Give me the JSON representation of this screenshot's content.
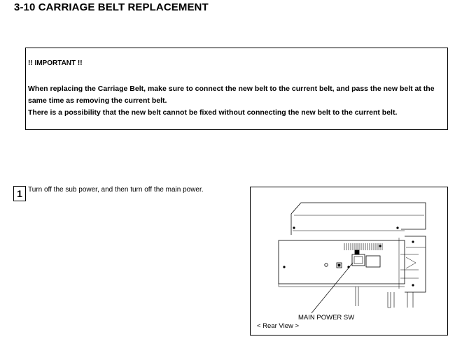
{
  "section": {
    "title": "3-10 CARRIAGE BELT REPLACEMENT"
  },
  "important": {
    "heading": "!! IMPORTANT !!",
    "paragraphs": [
      "When replacing the Carriage Belt, make sure to connect the new belt to the current belt, and pass the new belt at the same time as removing the current belt.",
      "There is a possibility that the new belt cannot be fixed without connecting the new belt to the current belt."
    ]
  },
  "step1": {
    "number": "1",
    "text": "Turn off the sub power, and then turn off the main power."
  },
  "figure": {
    "callout": "MAIN POWER SW",
    "caption": "< Rear View >"
  }
}
